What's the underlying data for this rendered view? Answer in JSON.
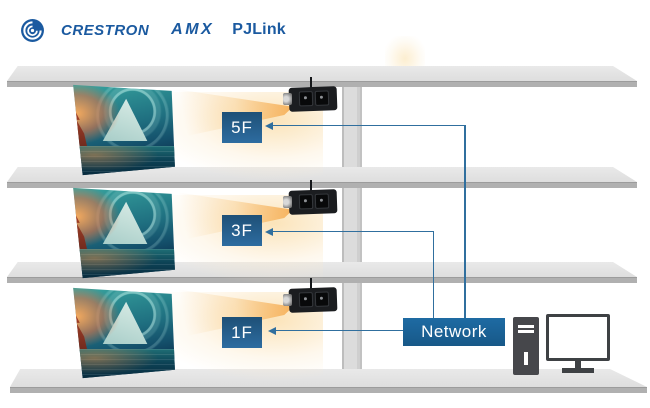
{
  "header": {
    "logos": [
      {
        "name": "crestron",
        "label": "CRESTRON"
      },
      {
        "name": "amx",
        "label": "AMX"
      },
      {
        "name": "pjlink",
        "label": "PJLink"
      }
    ]
  },
  "diagram": {
    "floors": [
      {
        "label": "5F"
      },
      {
        "label": "3F"
      },
      {
        "label": "1F"
      }
    ],
    "network_label": "Network",
    "icons": [
      "crestron-swirl-icon",
      "projector-icon",
      "projection-screen",
      "desktop-pc-icon",
      "monitor-icon"
    ],
    "colors": {
      "logo_blue": "#1B5AA0",
      "floor_tag_blue": "#26618F",
      "network_blue": "#1D659C",
      "line_blue": "#306F9E",
      "beam_orange": "#F4A236",
      "structure_gray": "#DEDEDE",
      "structure_edge_gray": "#B0B0B0"
    }
  }
}
